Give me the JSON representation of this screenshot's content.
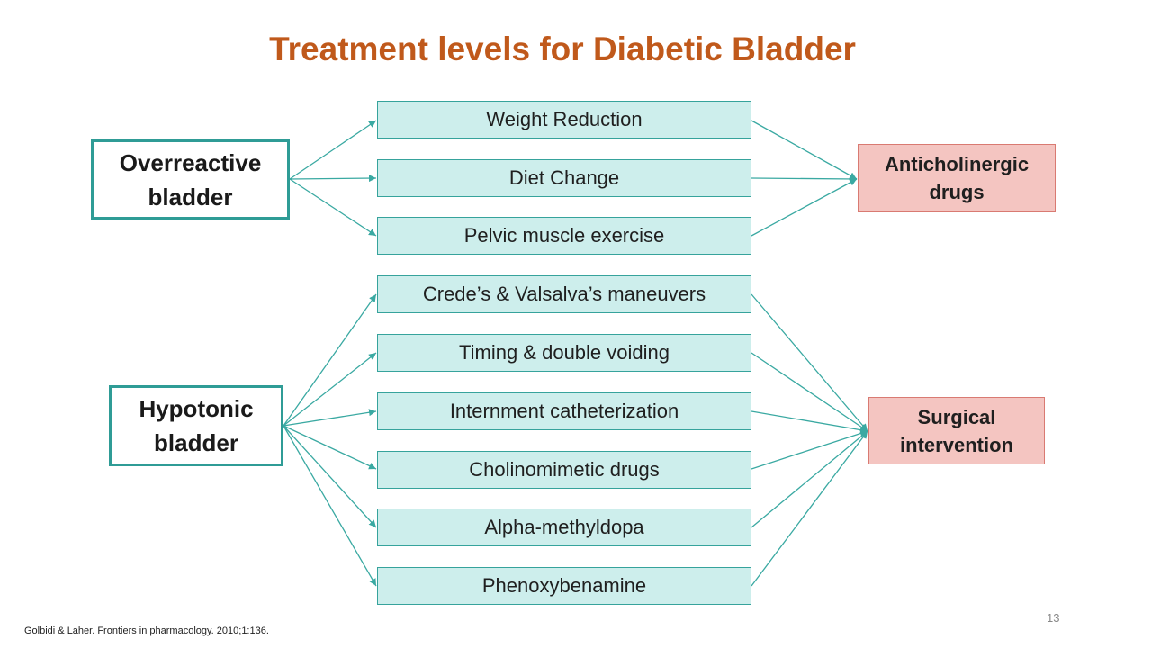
{
  "title": "Treatment levels for Diabetic Bladder",
  "sources": {
    "overreactive": [
      "Overreactive",
      "bladder"
    ],
    "hypotonic": [
      "Hypotonic",
      "bladder"
    ]
  },
  "treatments_overreactive": [
    "Weight Reduction",
    "Diet Change",
    "Pelvic muscle exercise"
  ],
  "treatments_hypotonic": [
    "Crede’s & Valsalva’s maneuvers",
    "Timing & double voiding",
    "Internment catheterization",
    "Cholinomimetic drugs",
    "Alpha-methyldopa",
    "Phenoxybenamine"
  ],
  "outcomes": {
    "anticholinergic": [
      "Anticholinergic",
      "drugs"
    ],
    "surgical": [
      "Surgical",
      "intervention"
    ]
  },
  "citation": "Golbidi & Laher. Frontiers in pharmacology. 2010;1:136.",
  "slide_number": "13",
  "colors": {
    "title": "#c0591b",
    "connector": "#3aa9a2",
    "treatment_fill": "#cdeeec",
    "outcome_fill": "#f4c5c1"
  }
}
